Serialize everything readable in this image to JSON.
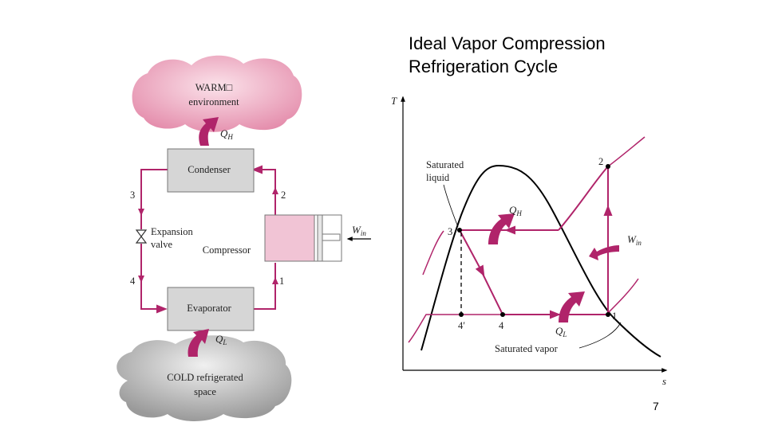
{
  "slide": {
    "title_line1": "Ideal Vapor Compression",
    "title_line2": "Refrigeration Cycle",
    "page_number": "7"
  },
  "schematic": {
    "warm_line1": "WARM□",
    "warm_line2": "environment",
    "cold_line1": "COLD refrigerated",
    "cold_line2": "space",
    "condenser": "Condenser",
    "evaporator": "Evaporator",
    "compressor": "Compressor",
    "expansion_line1": "Expansion",
    "expansion_line2": "valve",
    "qh": "Q",
    "qh_sub": "H",
    "ql": "Q",
    "ql_sub": "L",
    "win": "W",
    "win_sub": "in",
    "state_1": "1",
    "state_2": "2",
    "state_3": "3",
    "state_4": "4"
  },
  "ts_diagram": {
    "y_axis": "T",
    "x_axis": "s",
    "sat_liquid_line1": "Saturated",
    "sat_liquid_line2": "liquid",
    "sat_vapor": "Saturated vapor",
    "qh": "Q",
    "qh_sub": "H",
    "ql": "Q",
    "ql_sub": "L",
    "win": "W",
    "win_sub": "in",
    "point_1": "1",
    "point_2": "2",
    "point_3": "3",
    "point_4": "4",
    "point_4p": "4′"
  },
  "colors": {
    "cycle": "#b0246a",
    "warm_cloud": "#e99ab6",
    "cold_cloud": "#a3a3a3",
    "box": "#d6d6d6",
    "compressor": "#f1c4d5"
  }
}
